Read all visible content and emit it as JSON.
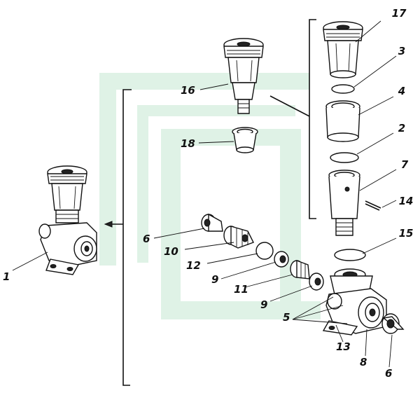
{
  "figure": {
    "labels": {
      "l1": "1",
      "l2": "2",
      "l3": "3",
      "l4": "4",
      "l5": "5",
      "l6a": "6",
      "l6b": "6",
      "l7": "7",
      "l8": "8",
      "l9a": "9",
      "l9b": "9",
      "l10": "10",
      "l11": "11",
      "l12": "12",
      "l13": "13",
      "l14": "14",
      "l15": "15",
      "l16": "16",
      "l17": "17",
      "l18": "18"
    },
    "parts": [
      "assembled-pump",
      "spring-cap",
      "gasket-3",
      "sleeve-4",
      "gasket-2",
      "cylinder-7",
      "pin-14",
      "gasket-15",
      "body-block",
      "inlet-cap-6",
      "union-8",
      "plug-6",
      "plug-10",
      "ring-12",
      "nut-9",
      "sleeve-11",
      "nut-9b",
      "handle-16",
      "bush-18"
    ],
    "watermark_color": "#dff2e6",
    "ink_color": "#111111"
  }
}
